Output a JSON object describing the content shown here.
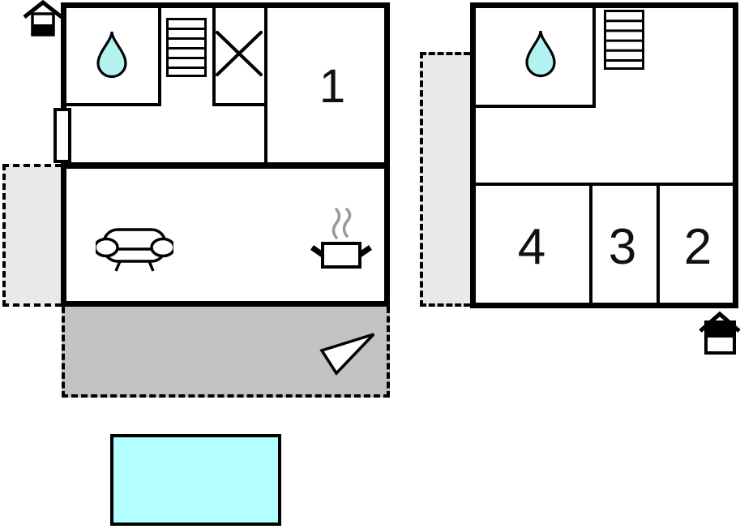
{
  "plan": {
    "type": "vacation-home-floor-plan",
    "floors": {
      "ground_floor": {
        "rooms_shown": [
          "bathroom",
          "stairs-hall",
          "closet",
          "room 1",
          "living-kitchen"
        ],
        "outdoor": [
          "terrace",
          "side-area",
          "pool"
        ]
      },
      "upper_floor": {
        "rooms_shown": [
          "bathroom",
          "stairs-landing",
          "room 4",
          "room 3",
          "room 2"
        ],
        "outdoor": [
          "side-area"
        ]
      }
    }
  },
  "rooms": {
    "r1": "1",
    "r2": "2",
    "r3": "3",
    "r4": "4"
  },
  "icons": [
    "entrance-level-lower-icon",
    "water-drop-icon",
    "stairs-icon",
    "x-mark-icon",
    "window-symbol",
    "sofa-icon",
    "cooking-pot-icon",
    "steam-icon",
    "north-arrow-icon",
    "entrance-level-upper-icon"
  ],
  "colors": {
    "wall": "#000000",
    "pool_water": "#b3ffff",
    "water_drop": "#b2f2f0",
    "terrace_fill": "#c3c3c3",
    "side_area_fill": "#e9e9e9",
    "steam": "#999999",
    "background": "#ffffff"
  }
}
